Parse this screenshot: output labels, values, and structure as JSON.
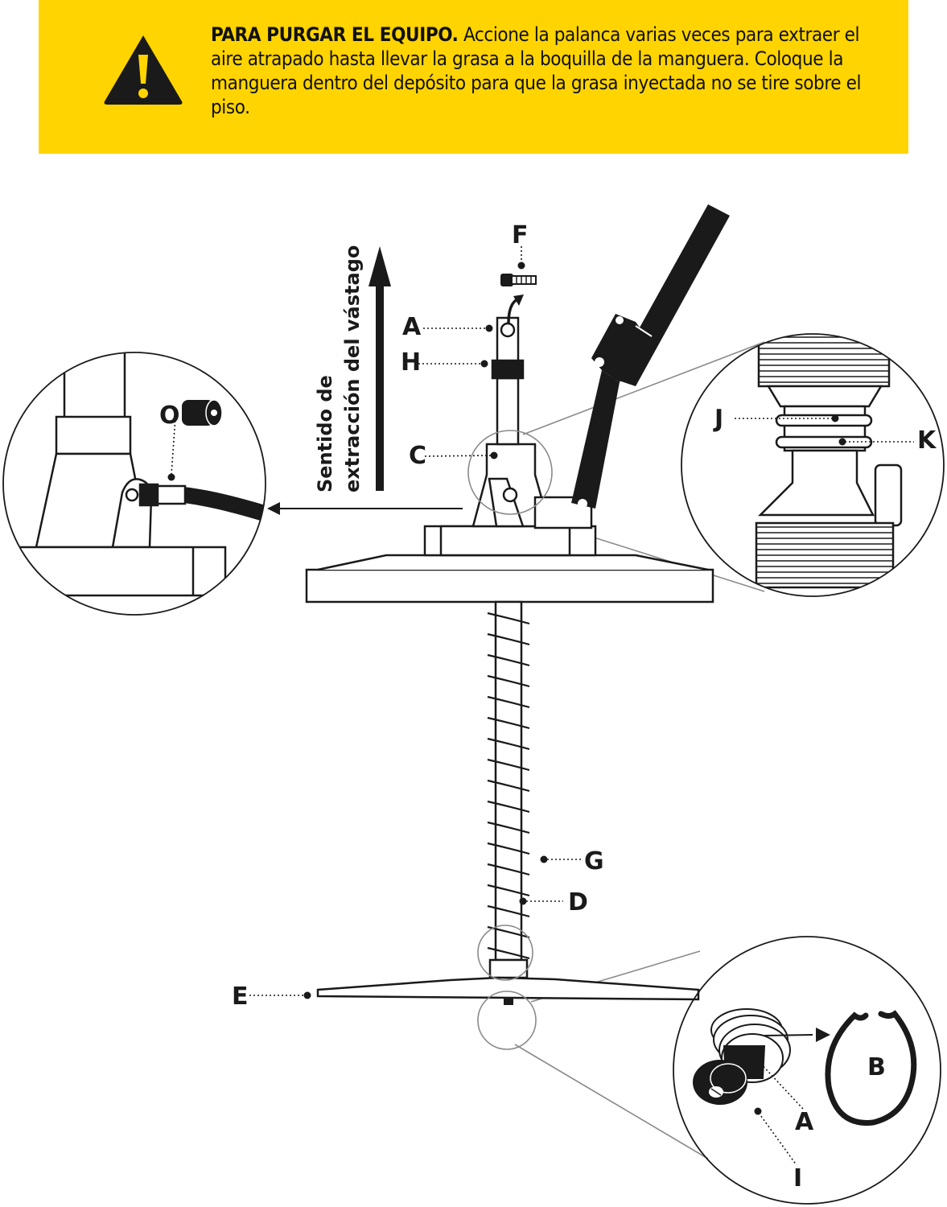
{
  "warning": {
    "icon": "warning-triangle-icon",
    "title": "PARA PURGAR EL EQUIPO.",
    "body": "Accione la palanca varias veces para extraer el aire atrapado hasta llevar la grasa a la boquilla de la manguera. Coloque la manguera dentro del depósito para que la grasa inyectada no se tire sobre el piso."
  },
  "direction": {
    "line1": "Sentido de",
    "line2": "extracción del vástago"
  },
  "labels": {
    "A": "A",
    "A2": "A",
    "B": "B",
    "C": "C",
    "D": "D",
    "E": "E",
    "F": "F",
    "G": "G",
    "H": "H",
    "I": "I",
    "J": "J",
    "K": "K",
    "O": "O"
  },
  "colors": {
    "banner": "#ffd400",
    "ink": "#1a1a1a",
    "callout": "#8a8a8a"
  }
}
